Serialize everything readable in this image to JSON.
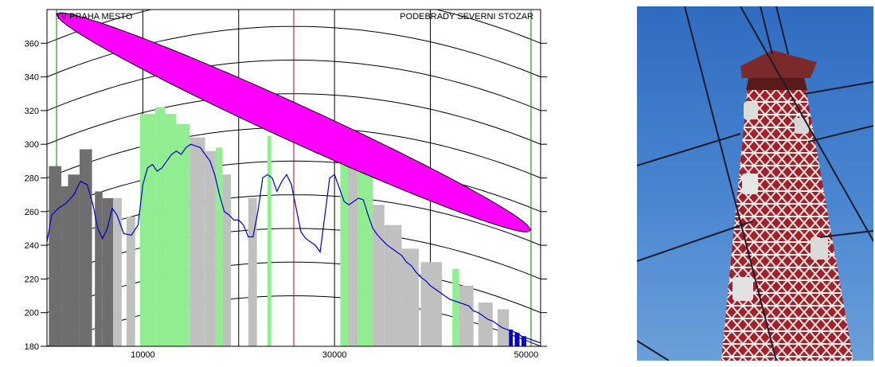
{
  "chart_data": {
    "type": "area",
    "title_left": "TV PRAHA MESTO",
    "title_right": "PODEBRADY SEVERNI STOZAR",
    "xlim": [
      0,
      51500
    ],
    "ylim": [
      180,
      380
    ],
    "x_ticks": [
      10000,
      30000,
      50000
    ],
    "y_ticks": [
      180,
      200,
      220,
      240,
      260,
      280,
      300,
      320,
      340,
      360
    ],
    "grid": true,
    "vertical_gridlines": [
      10000,
      20000,
      30000,
      40000
    ],
    "earth_curve_offsets": [
      180,
      200,
      220,
      240,
      260,
      280,
      300,
      320,
      340,
      360
    ],
    "earth_bulge": 30,
    "midpoint_x": 25750,
    "endpoints": {
      "tx": {
        "x": 1000,
        "y": 377
      },
      "rx": {
        "x": 50500,
        "y": 249
      }
    },
    "fresnel_zone_max_halfwidth": 12,
    "colors": {
      "fresnel": "#ff00ff",
      "terrain_profile": "#0000cc",
      "clear_forest": "#90ee90",
      "forest_gray": "#c0c0c0",
      "forest_dark": "#6e6e6e",
      "water": "#0000cc",
      "midline": "#cc0000",
      "endline": "#008000"
    },
    "terrain_profile": {
      "x": [
        0,
        500,
        1200,
        2000,
        2800,
        3500,
        4200,
        4800,
        5300,
        5800,
        6300,
        6800,
        7300,
        8000,
        8800,
        9500,
        10000,
        10500,
        11000,
        11500,
        12000,
        12500,
        13000,
        13500,
        14000,
        14500,
        15000,
        15500,
        16000,
        16500,
        17000,
        17500,
        18000,
        18500,
        19000,
        19500,
        20000,
        20500,
        21000,
        21500,
        22000,
        22500,
        23000,
        23500,
        24000,
        24500,
        25000,
        25500,
        26000,
        26500,
        27000,
        27500,
        28000,
        28500,
        29000,
        29500,
        30000,
        30500,
        31000,
        31500,
        32000,
        32500,
        33000,
        33500,
        34000,
        34500,
        35000,
        35500,
        36000,
        36500,
        37000,
        37500,
        38000,
        38500,
        39000,
        39500,
        40000,
        40500,
        41000,
        41500,
        42000,
        42500,
        43000,
        43500,
        44000,
        44500,
        45000,
        45500,
        46000,
        46500,
        47000,
        47500,
        48000,
        48500,
        49000,
        49500,
        50000,
        50500,
        51000,
        51500
      ],
      "y": [
        242,
        258,
        262,
        265,
        270,
        278,
        276,
        264,
        250,
        244,
        250,
        262,
        258,
        247,
        246,
        252,
        276,
        286,
        288,
        284,
        286,
        290,
        294,
        296,
        294,
        298,
        300,
        299,
        298,
        294,
        290,
        282,
        270,
        260,
        258,
        255,
        255,
        252,
        245,
        245,
        260,
        280,
        282,
        280,
        272,
        278,
        282,
        276,
        262,
        248,
        244,
        242,
        240,
        236,
        258,
        280,
        282,
        274,
        266,
        264,
        266,
        268,
        267,
        258,
        250,
        246,
        243,
        240,
        238,
        236,
        234,
        230,
        228,
        224,
        221,
        219,
        216,
        214,
        212,
        210,
        208,
        207,
        206,
        205,
        204,
        201,
        200,
        198,
        196,
        195,
        193,
        191,
        190,
        189,
        188,
        186,
        185,
        184,
        183,
        182
      ]
    },
    "clutter_bars": [
      {
        "x0": 200,
        "x1": 1500,
        "top": 287,
        "class": "dark"
      },
      {
        "x0": 1500,
        "x1": 2200,
        "top": 275,
        "class": "dark"
      },
      {
        "x0": 2200,
        "x1": 3400,
        "top": 282,
        "class": "dark"
      },
      {
        "x0": 3400,
        "x1": 4700,
        "top": 297,
        "class": "dark"
      },
      {
        "x0": 5000,
        "x1": 5800,
        "top": 272,
        "class": "dark"
      },
      {
        "x0": 5800,
        "x1": 6900,
        "top": 268,
        "class": "dark"
      },
      {
        "x0": 6900,
        "x1": 7800,
        "top": 268,
        "class": "gray"
      },
      {
        "x0": 8300,
        "x1": 9200,
        "top": 257,
        "class": "gray"
      },
      {
        "x0": 9700,
        "x1": 11300,
        "top": 318,
        "class": "green"
      },
      {
        "x0": 11300,
        "x1": 12300,
        "top": 322,
        "class": "green"
      },
      {
        "x0": 12300,
        "x1": 13500,
        "top": 318,
        "class": "green"
      },
      {
        "x0": 13500,
        "x1": 14900,
        "top": 312,
        "class": "green"
      },
      {
        "x0": 14900,
        "x1": 16500,
        "top": 304,
        "class": "gray"
      },
      {
        "x0": 16500,
        "x1": 17600,
        "top": 296,
        "class": "gray"
      },
      {
        "x0": 17600,
        "x1": 18300,
        "top": 298,
        "class": "green"
      },
      {
        "x0": 18300,
        "x1": 19200,
        "top": 282,
        "class": "gray"
      },
      {
        "x0": 21000,
        "x1": 21900,
        "top": 268,
        "class": "gray"
      },
      {
        "x0": 23000,
        "x1": 23400,
        "top": 305,
        "class": "green"
      },
      {
        "x0": 30600,
        "x1": 31400,
        "top": 298,
        "class": "green"
      },
      {
        "x0": 31400,
        "x1": 32400,
        "top": 292,
        "class": "gray"
      },
      {
        "x0": 32400,
        "x1": 34000,
        "top": 290,
        "class": "green"
      },
      {
        "x0": 34000,
        "x1": 35200,
        "top": 264,
        "class": "gray"
      },
      {
        "x0": 35200,
        "x1": 37000,
        "top": 252,
        "class": "gray"
      },
      {
        "x0": 37000,
        "x1": 38800,
        "top": 238,
        "class": "gray"
      },
      {
        "x0": 39000,
        "x1": 41200,
        "top": 230,
        "class": "gray"
      },
      {
        "x0": 42300,
        "x1": 43000,
        "top": 226,
        "class": "green"
      },
      {
        "x0": 43000,
        "x1": 44500,
        "top": 216,
        "class": "gray"
      },
      {
        "x0": 45000,
        "x1": 46500,
        "top": 206,
        "class": "gray"
      },
      {
        "x0": 47000,
        "x1": 48200,
        "top": 202,
        "class": "gray"
      }
    ],
    "water_bars": [
      {
        "x0": 48200,
        "x1": 48600,
        "top": 190
      },
      {
        "x0": 48800,
        "x1": 49300,
        "top": 188
      },
      {
        "x0": 49500,
        "x1": 50000,
        "top": 186
      }
    ]
  },
  "photo": {
    "subject": "lattice radio tower against blue sky"
  }
}
